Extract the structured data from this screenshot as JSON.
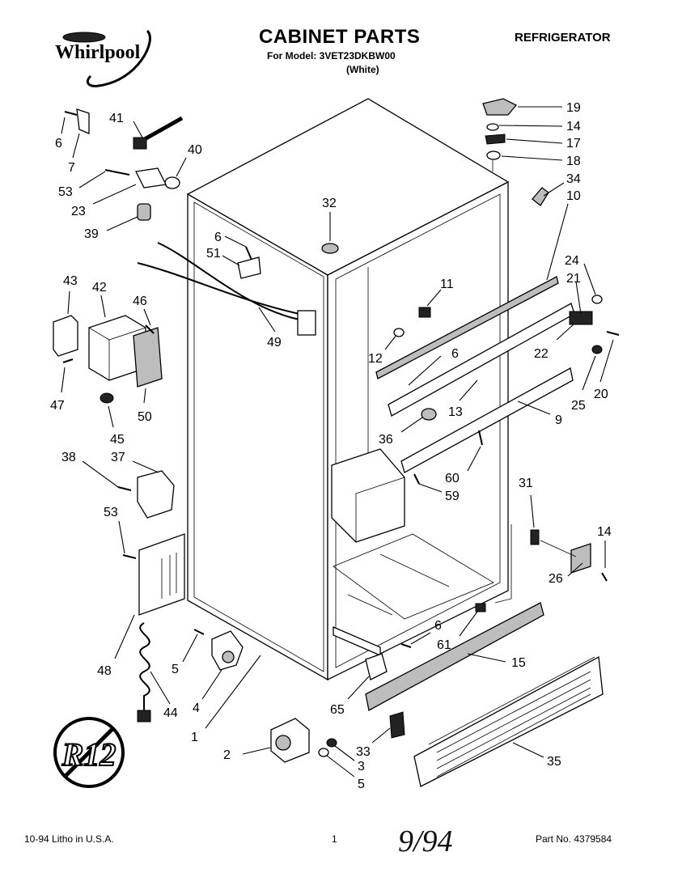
{
  "header": {
    "brand": "Whirlpool",
    "title": "CABINET PARTS",
    "model_line": "For Model: 3VET23DKBW00",
    "color_line": "(White)",
    "product": "REFRIGERATOR"
  },
  "footer": {
    "litho": "10-94  Litho in U.S.A.",
    "page": "1",
    "part_number": "Part No. 4379584",
    "handwritten_note": "9/94"
  },
  "stamp": {
    "text": "R12"
  },
  "callouts": [
    "19",
    "14",
    "17",
    "18",
    "34",
    "10",
    "41",
    "40",
    "6",
    "7",
    "53",
    "23",
    "39",
    "32",
    "6",
    "51",
    "11",
    "24",
    "21",
    "43",
    "42",
    "46",
    "49",
    "12",
    "6",
    "22",
    "47",
    "50",
    "13",
    "9",
    "25",
    "20",
    "45",
    "36",
    "38",
    "37",
    "60",
    "59",
    "53",
    "31",
    "14",
    "26",
    "48",
    "6",
    "61",
    "15",
    "5",
    "4",
    "44",
    "65",
    "1",
    "33",
    "35",
    "2",
    "3",
    "5"
  ]
}
